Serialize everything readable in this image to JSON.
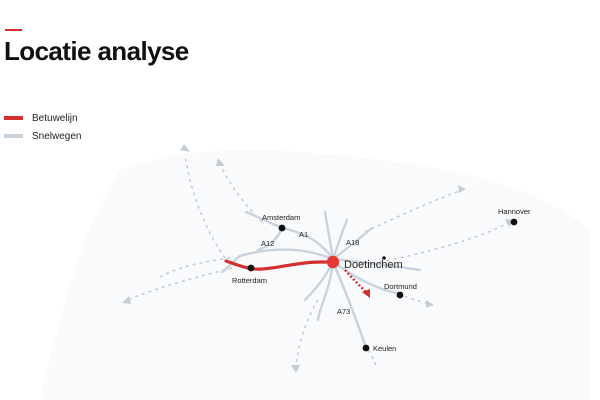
{
  "header": {
    "title": "Locatie analyse"
  },
  "legend": [
    {
      "label": "Betuwelijn",
      "color": "#d32f2f",
      "icon": "red-line-swatch"
    },
    {
      "label": "Snelwegen",
      "color": "#c9d3dd",
      "icon": "blue-grey-line-swatch"
    }
  ],
  "colors": {
    "accent": "#d32f2f",
    "highway": "#c9d3dd",
    "highway_dash": "#c4ccd6",
    "city_dot": "#111111",
    "focus_dot": "#e53935"
  },
  "map": {
    "focus_city": "Doetinchem",
    "cities": [
      "Amsterdam",
      "Rotterdam",
      "Hannover",
      "Dortmund",
      "Keulen"
    ],
    "roads": [
      "A1",
      "A12",
      "A18",
      "A73"
    ]
  }
}
